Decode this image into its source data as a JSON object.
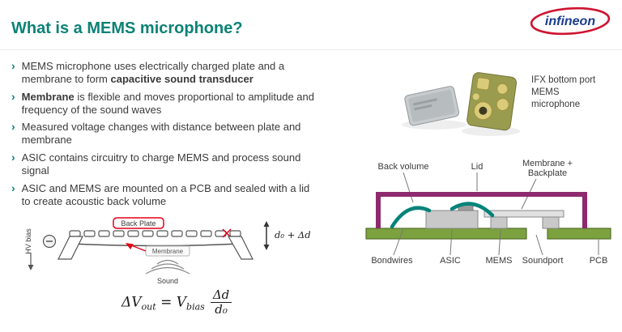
{
  "ui": {
    "bullet_char": "›"
  },
  "header": {
    "title": "What is a MEMS microphone?",
    "logo_text": "infineon"
  },
  "bullets": [
    {
      "pre": "MEMS microphone uses electrically charged plate and a membrane to form ",
      "bold": "capacitive sound transducer",
      "post": ""
    },
    {
      "pre": "",
      "bold": "Membrane",
      "post": " is flexible and moves proportional to amplitude and frequency of the sound waves"
    },
    {
      "pre": "Measured voltage changes with distance between plate and membrane",
      "bold": "",
      "post": ""
    },
    {
      "pre": "ASIC contains circuitry to charge MEMS and process sound signal",
      "bold": "",
      "post": ""
    },
    {
      "pre": "ASIC and MEMS are mounted on a PCB and sealed with a lid to create acoustic back volume",
      "bold": "",
      "post": ""
    }
  ],
  "schematic": {
    "hv_bias_label": "HV bias",
    "back_plate_label": "Back Plate",
    "membrane_label": "Membrane",
    "sound_label": "Sound",
    "gap_label": "d₀ + Δd"
  },
  "formula": {
    "lhs": "ΔV",
    "lhs_sub": "out",
    "mid": " = V",
    "mid_sub": "bias",
    "num": "Δd",
    "den": "d₀"
  },
  "photo": {
    "caption": "IFX bottom port MEMS microphone"
  },
  "cross_section": {
    "label_back_volume": "Back volume",
    "label_lid": "Lid",
    "label_membrane_line1": "Membrane +",
    "label_membrane_line2": "Backplate",
    "label_bondwires": "Bondwires",
    "label_asic": "ASIC",
    "label_mems": "MEMS",
    "label_soundport": "Soundport",
    "label_pcb": "PCB"
  },
  "colors": {
    "accent-teal": "#0c8276",
    "text-dark": "#3a3a3a",
    "infineon-red": "#cf1430",
    "infineon-blue": "#1b3d8f",
    "highlight-red": "#e2001a",
    "lid-purple": "#8e2a6e",
    "pcb-green": "#7ca23f",
    "pcb-green-dark": "#566f2b",
    "bondwire-teal": "#00837a"
  }
}
